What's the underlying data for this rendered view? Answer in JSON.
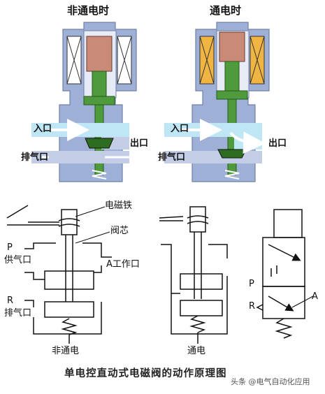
{
  "top": {
    "left_title": "非通电时",
    "right_title": "通电时",
    "inlet": "入口",
    "outlet": "出口",
    "exhaust": "排气口",
    "right_inlet": "入口",
    "right_outlet": "出口",
    "right_exhaust": "排气口"
  },
  "bottom": {
    "coil": "电磁铁",
    "core": "阀芯",
    "p_label": "P",
    "supply": "供气口",
    "a_label": "A工作口",
    "r_label": "R",
    "exhaust": "排气口",
    "state_off": "非通电",
    "state_on": "通电",
    "sym_p": "P",
    "sym_r": "R",
    "sym_a": "A"
  },
  "caption": "单电控直动式电磁阀的动作原理图",
  "watermark": "头条 @电气自动化应用",
  "colors": {
    "body": "#9fb0d6",
    "body_light": "#c3cde6",
    "coil_off": "#ffffff",
    "coil_on": "#f0b541",
    "plunger": "#c98b78",
    "stem": "#4e9a3c",
    "flow": "#bfe6f5"
  }
}
